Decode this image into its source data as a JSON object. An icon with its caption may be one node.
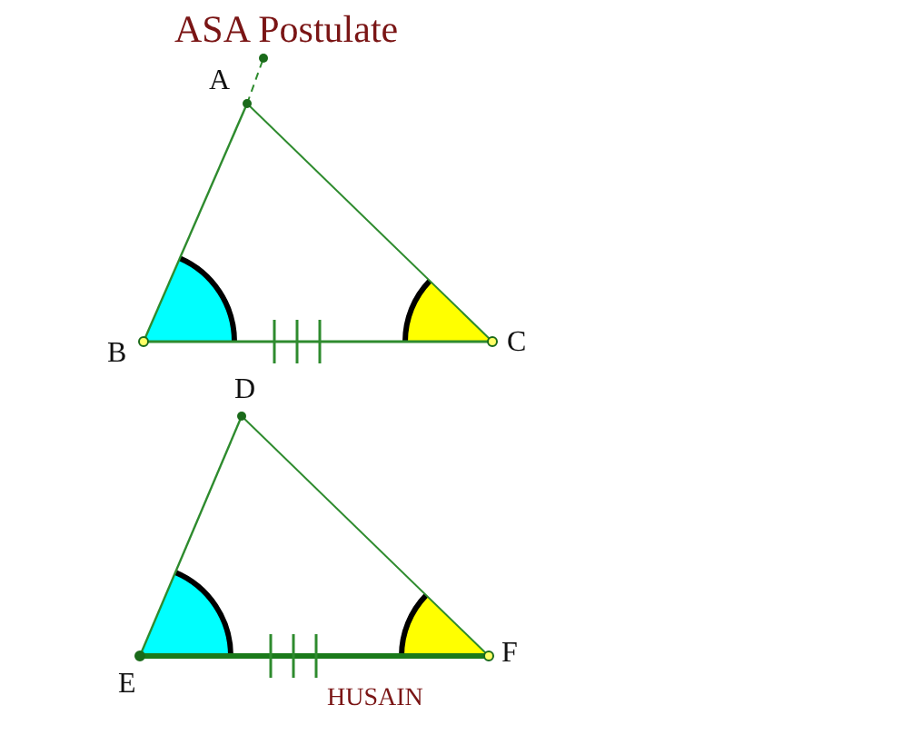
{
  "diagram": {
    "title": "ASA Postulate",
    "labels": [
      "A",
      "B",
      "C",
      "D",
      "E",
      "F",
      "HUSAIN"
    ]
  }
}
